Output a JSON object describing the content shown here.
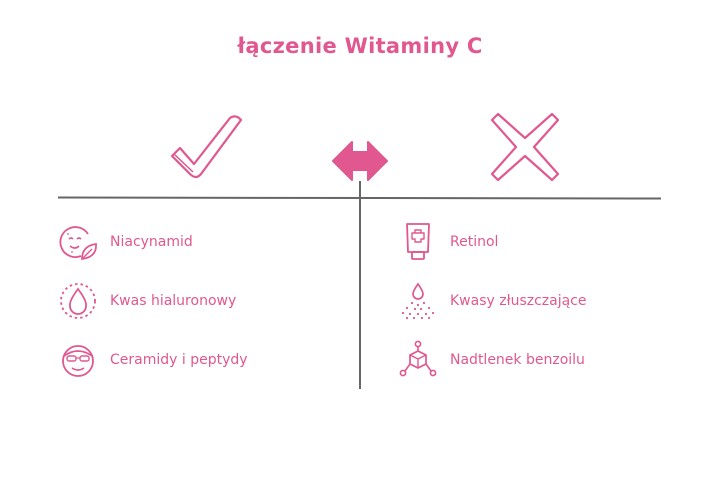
{
  "title": "łączenie Witaminy C",
  "accent_color": "#e0588f",
  "line_color": "#666666",
  "header_icons": {
    "left": "check-icon",
    "center": "double-arrow-icon",
    "right": "cross-icon"
  },
  "left_column": [
    {
      "label": "Niacynamid",
      "icon": "face-leaf-icon"
    },
    {
      "label": "Kwas hialuronowy",
      "icon": "drop-icon"
    },
    {
      "label": "Ceramidy i peptydy",
      "icon": "face-mask-icon"
    }
  ],
  "right_column": [
    {
      "label": "Retinol",
      "icon": "cream-tube-icon"
    },
    {
      "label": "Kwasy złuszczające",
      "icon": "peel-drops-icon"
    },
    {
      "label": "Nadtlenek benzoilu",
      "icon": "molecule-icon"
    }
  ]
}
